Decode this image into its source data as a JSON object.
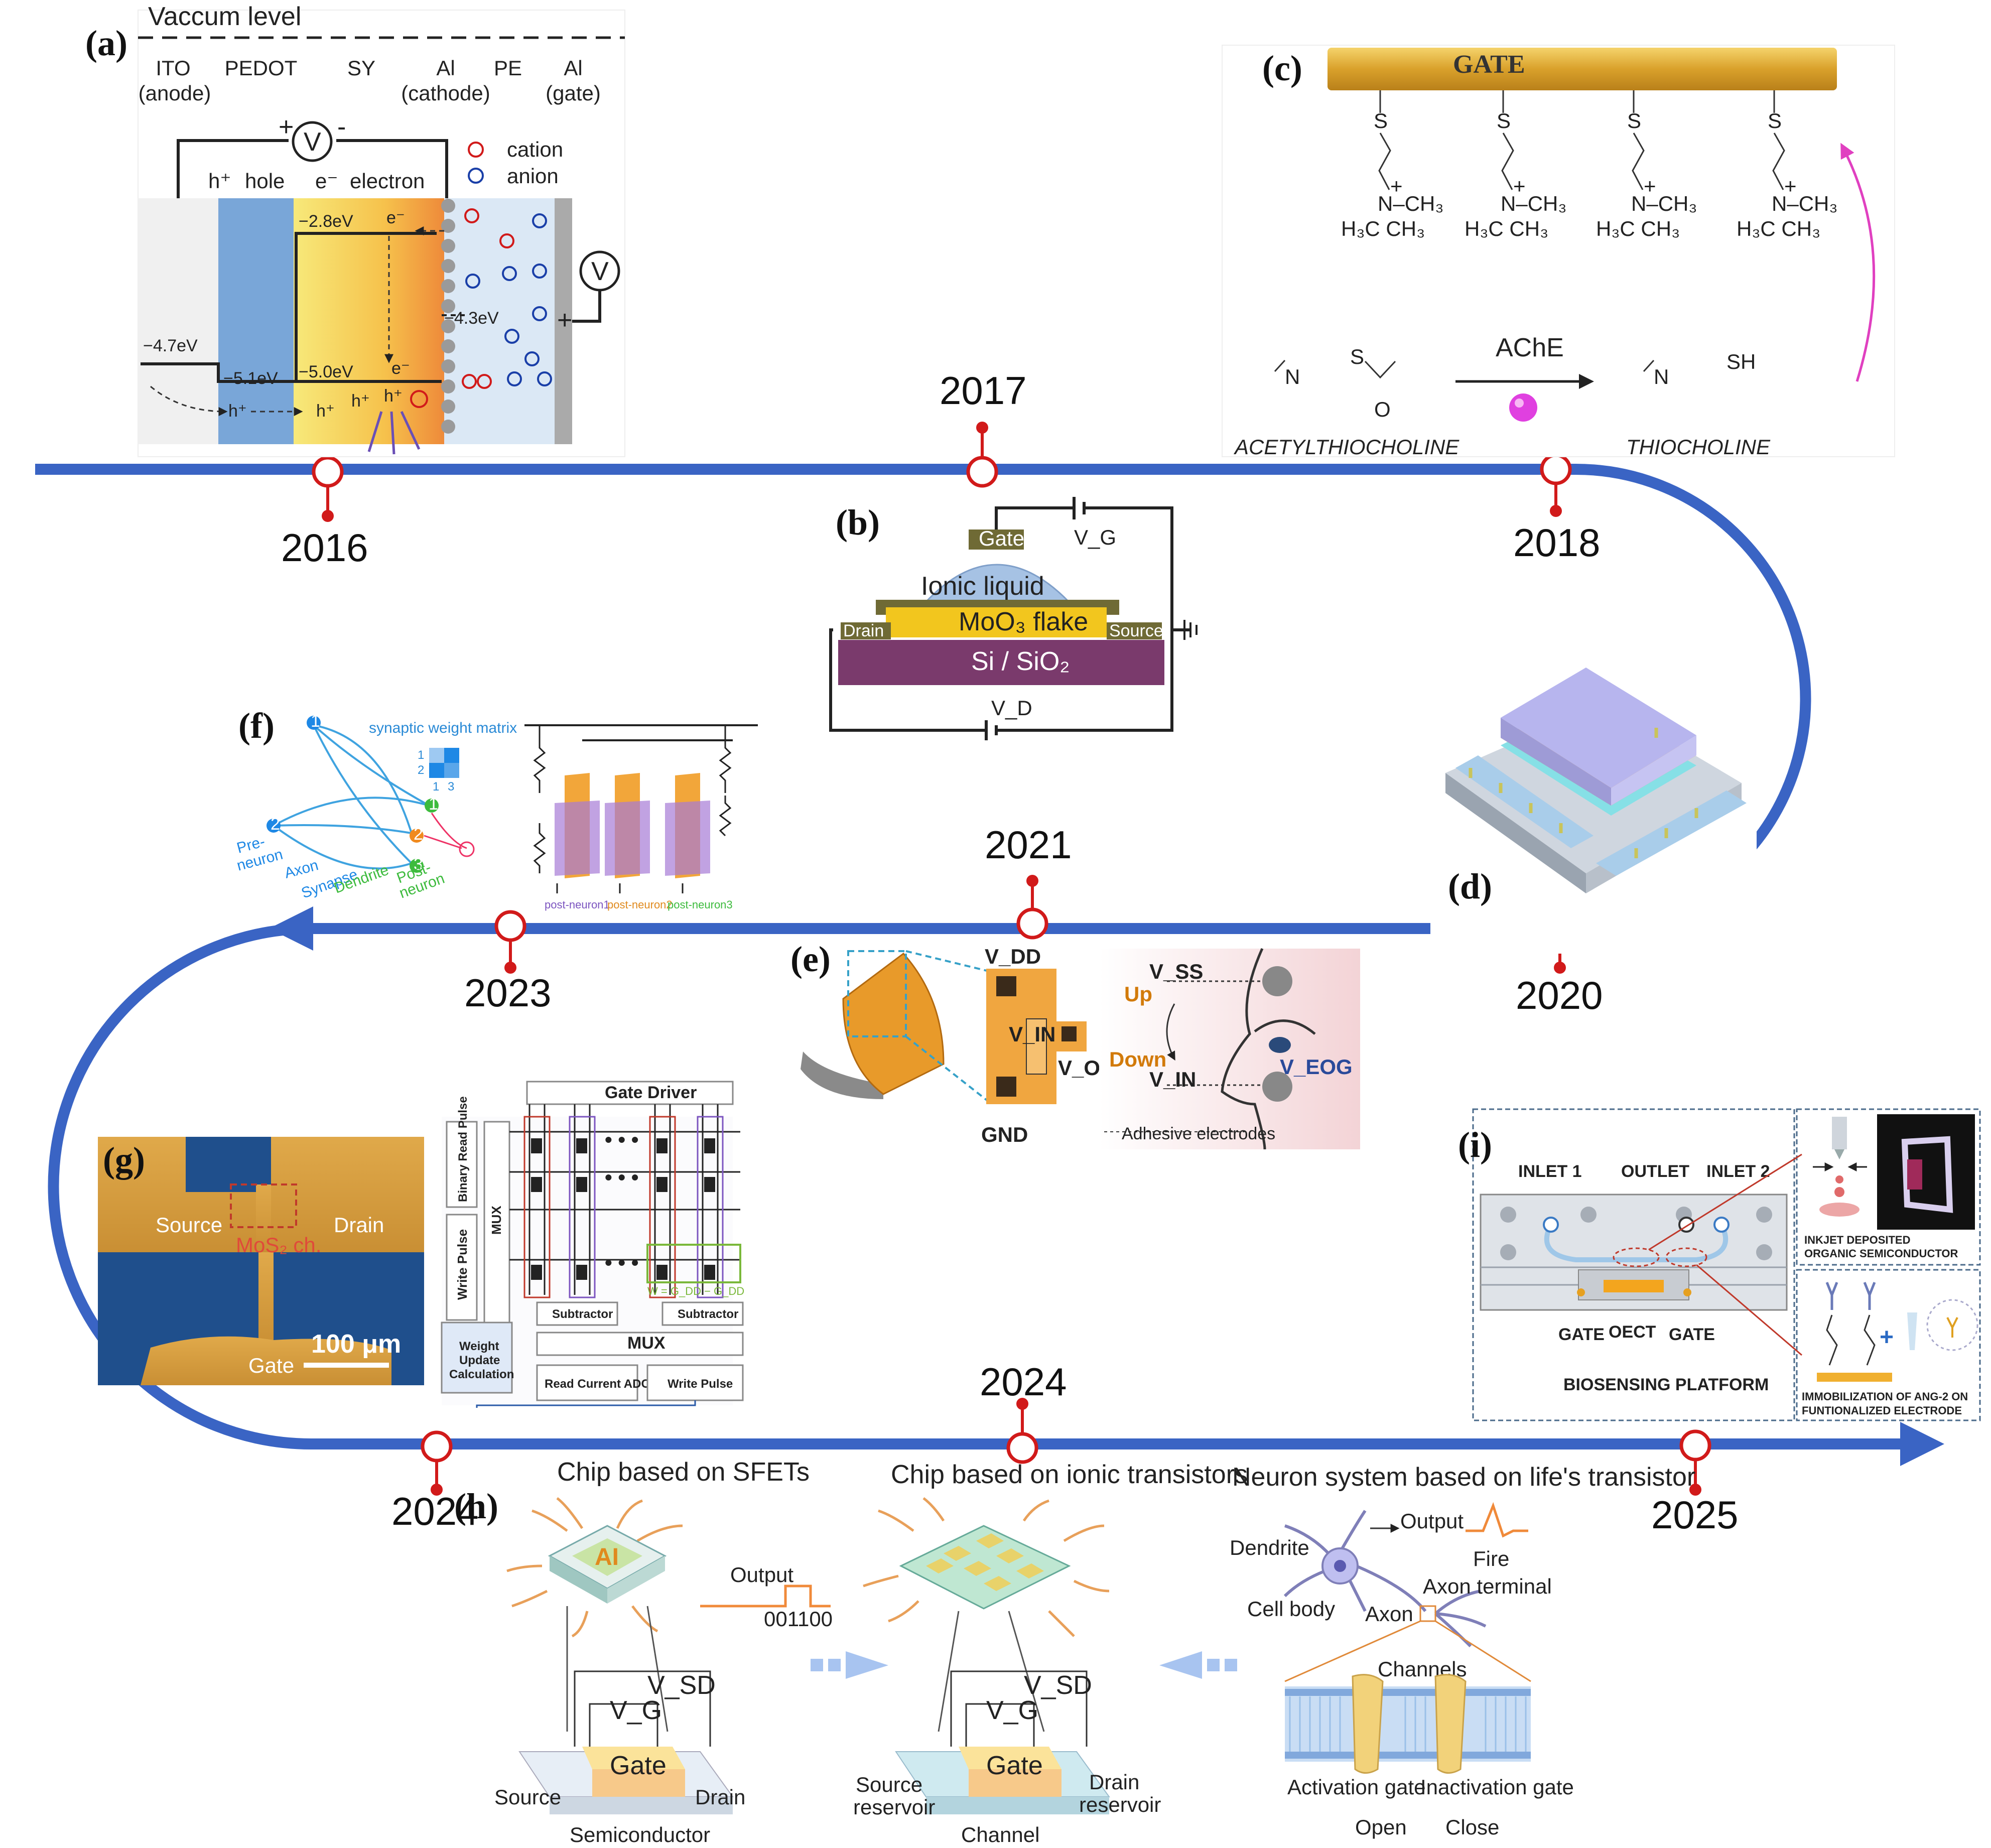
{
  "timeline": {
    "color": "#3a64c4",
    "marker_color": "#d11a1a",
    "years": {
      "y2016": "2016",
      "y2017": "2017",
      "y2018": "2018",
      "y2020": "2020",
      "y2021": "2021",
      "y2023": "2023",
      "y2024a": "2024",
      "y2024b": "2024",
      "y2025": "2025"
    }
  },
  "panels": {
    "a": {
      "label": "(a)",
      "vacuum": "Vaccum level",
      "cols": [
        "ITO",
        "(anode)",
        "PEDOT",
        "SY",
        "Al",
        "(cathode)",
        "PE",
        "Al",
        "(gate)"
      ],
      "v": "V",
      "plus": "+",
      "minus": "-",
      "carriers": [
        "h⁺",
        "hole",
        "e⁻",
        "electron"
      ],
      "legend": [
        "cation",
        "anion"
      ],
      "levels": [
        "−2.8eV",
        "−4.7eV",
        "−5.1eV",
        "−5.0eV",
        "−4.3eV"
      ],
      "carrier_marks": [
        "e⁻",
        "e⁻",
        "h⁺",
        "h⁺",
        "h⁺",
        "h⁺"
      ]
    },
    "b": {
      "label": "(b)",
      "gate": "Gate",
      "ionic": "Ionic liquid",
      "flake": "MoO₃ flake",
      "drain": "Drain",
      "source": "Source",
      "sub": "Si / SiO₂",
      "vg": "V_G",
      "vd": "V_D"
    },
    "c": {
      "label": "(c)",
      "gate": "GATE",
      "s": "S",
      "nplus": "+",
      "ligand": "N–CH₃",
      "methyls": "H₃C   CH₃",
      "ache": "AChE",
      "acetyl": "ACETYLTHIOCHOLINE",
      "thio": "THIOCHOLINE",
      "sh": "SH",
      "o": "O",
      "n": "N"
    },
    "d": {
      "label": "(d)"
    },
    "e": {
      "label": "(e)",
      "vdd": "V_DD",
      "vin": "V_IN",
      "vout": "V_OUT",
      "gnd": "GND",
      "vss": "V_SS",
      "vin2": "V_IN",
      "veog": "V_EOG",
      "up": "Up",
      "down": "Down",
      "electrodes": "Adhesive electrodes"
    },
    "f": {
      "label": "(f)",
      "matrix": "synaptic weight matrix",
      "pre": "Pre-",
      "pre2": "neuron",
      "axon": "Axon",
      "synapse": "Synapse",
      "dendrite": "Dendrite",
      "post": "Post-",
      "post2": "neuron",
      "m12": [
        "1",
        "2"
      ],
      "m13": [
        "1",
        "3"
      ],
      "nodes": [
        "1",
        "2",
        "1",
        "2",
        "3"
      ],
      "posts": [
        "post-neuron1",
        "post-neuron2",
        "post-neuron3"
      ]
    },
    "g": {
      "label": "(g)",
      "source": "Source",
      "drain": "Drain",
      "ch": "MoS₂ ch.",
      "gate": "Gate",
      "scale": "100 μm",
      "gate_driver": "Gate Driver",
      "binary": "Binary Read Pulse",
      "write": "Write Pulse",
      "mux": "MUX",
      "mux2": "MUX",
      "sub1": "Subtractor",
      "sub2": "Subtractor",
      "weight1": "Weight",
      "weight2": "Update",
      "weight3": "Calculation",
      "adc": "Read Current ADC",
      "write2": "Write Pulse",
      "dots": "• • •",
      "w": "W = G_DD − G_DD"
    },
    "h": {
      "label": "(h)",
      "t1": "Chip based on SFETs",
      "t2": "Chip based on ionic transistors",
      "t3": "Neuron system based on life's transistor",
      "ai": "AI",
      "output": "Output",
      "bits": "001100",
      "vsd": "V_SD",
      "vg": "V_G",
      "gate": "Gate",
      "source": "Source",
      "drain": "Drain",
      "semi": "Semiconductor",
      "source_res": [
        "Source",
        "reservoir"
      ],
      "drain_res": [
        "Drain",
        "reservoir"
      ],
      "channel": "Channel",
      "dendrite": "Dendrite",
      "output2": "Output",
      "fire": "Fire",
      "axon_terminal": "Axon terminal",
      "cell_body": "Cell body",
      "axon": "Axon",
      "channels": "Channels",
      "act_gate": "Activation gate",
      "inact_gate": "Inactivation gate",
      "open": "Open",
      "close": "Close",
      "vsd2": "V_SD",
      "vg2": "V_G",
      "gate2": "Gate"
    },
    "i": {
      "label": "(i)",
      "inlet1": "INLET 1",
      "outlet": "OUTLET",
      "inlet2": "INLET 2",
      "gate": "GATE",
      "oect": "OECT",
      "gate2": "GATE",
      "platform": "BIOSENSING PLATFORM",
      "inkjet1": "INKJET DEPOSITED",
      "inkjet2": "ORGANIC SEMICONDUCTOR",
      "immob1": "IMMOBILIZATION OF ANG-2 ON",
      "immob2": "FUNTIONALIZED ELECTRODE"
    }
  }
}
